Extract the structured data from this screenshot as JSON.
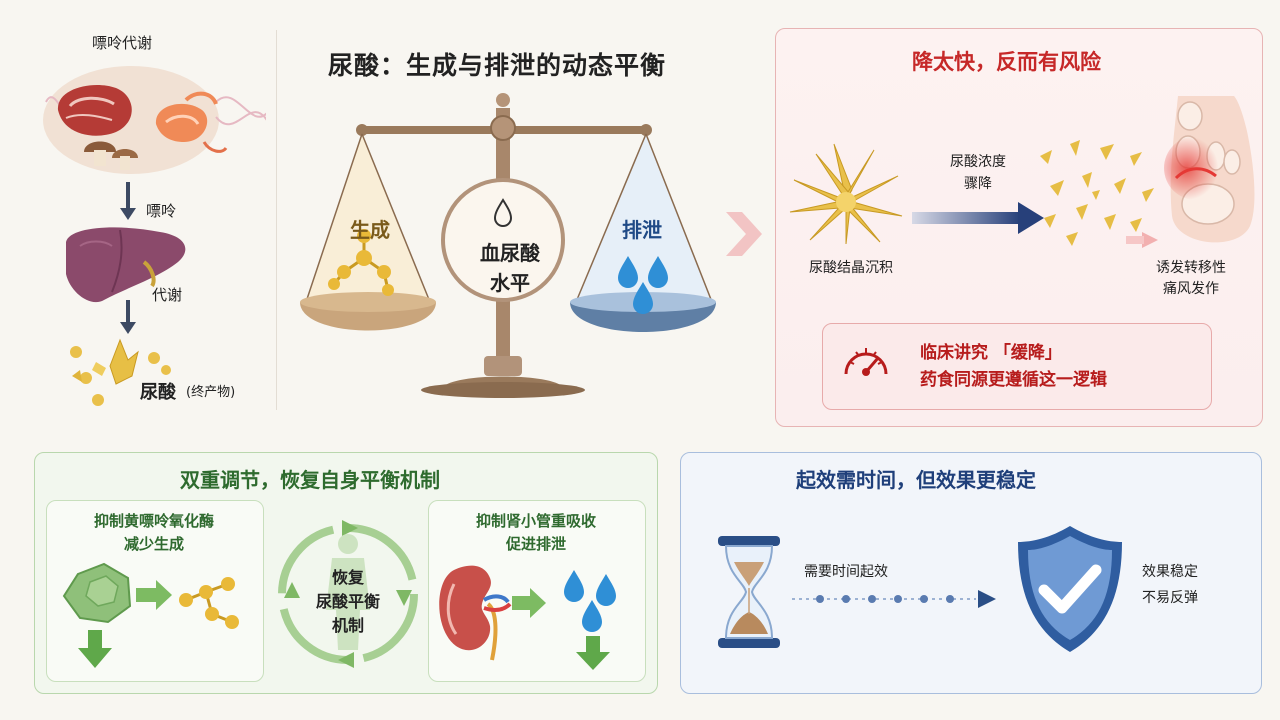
{
  "left_pathway": {
    "title": "嘌呤代谢",
    "step1_label": "嘌呤",
    "step2_label": "代谢",
    "end_label": "尿酸",
    "end_note": "(终产物)"
  },
  "center": {
    "title": "尿酸：生成与排泄的动态平衡",
    "left_pan_label": "生成",
    "right_pan_label": "排泄",
    "dial_line1": "血尿酸",
    "dial_line2": "水平"
  },
  "risk_panel": {
    "title": "降太快，反而有风险",
    "crystal_label": "尿酸结晶沉积",
    "arrow_line1": "尿酸浓度",
    "arrow_line2": "骤降",
    "gout_line1": "诱发转移性",
    "gout_line2": "痛风发作",
    "note_line1": "临床讲究 「缓降」",
    "note_line2": "药食同源更遵循这一逻辑"
  },
  "regulation_panel": {
    "title": "双重调节，恢复自身平衡机制",
    "left_card_line1": "抑制黄嘌呤氧化酶",
    "left_card_line2": "减少生成",
    "cycle_line1": "恢复",
    "cycle_line2": "尿酸平衡",
    "cycle_line3": "机制",
    "right_card_line1": "抑制肾小管重吸收",
    "right_card_line2": "促进排泄"
  },
  "onset_panel": {
    "title": "起效需时间，但效果更稳定",
    "time_label": "需要时间起效",
    "result_line1": "效果稳定",
    "result_line2": "不易反弹"
  },
  "colors": {
    "risk_red": "#c62828",
    "regulation_green": "#2e6b2e",
    "onset_blue": "#1f3f7a",
    "crystal_gold": "#e0b43a",
    "water_blue": "#2f8fd6"
  }
}
